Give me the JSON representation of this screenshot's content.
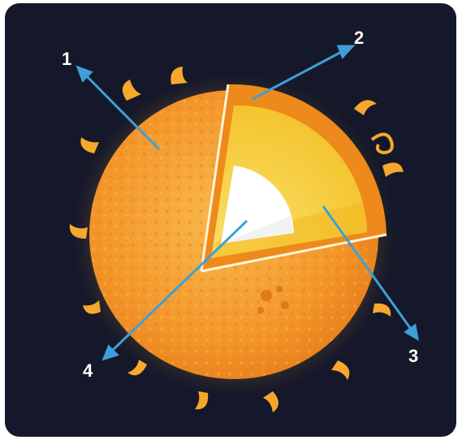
{
  "labels": {
    "one": "1",
    "two": "2",
    "three": "3",
    "four": "4"
  },
  "colors": {
    "background": "#15182a",
    "arrow": "#3ea0d6",
    "surface": "#f39a24",
    "outer_layer": "#ee8a1c",
    "middle_layer": "#f6cf2e",
    "core": "#ffffff"
  }
}
